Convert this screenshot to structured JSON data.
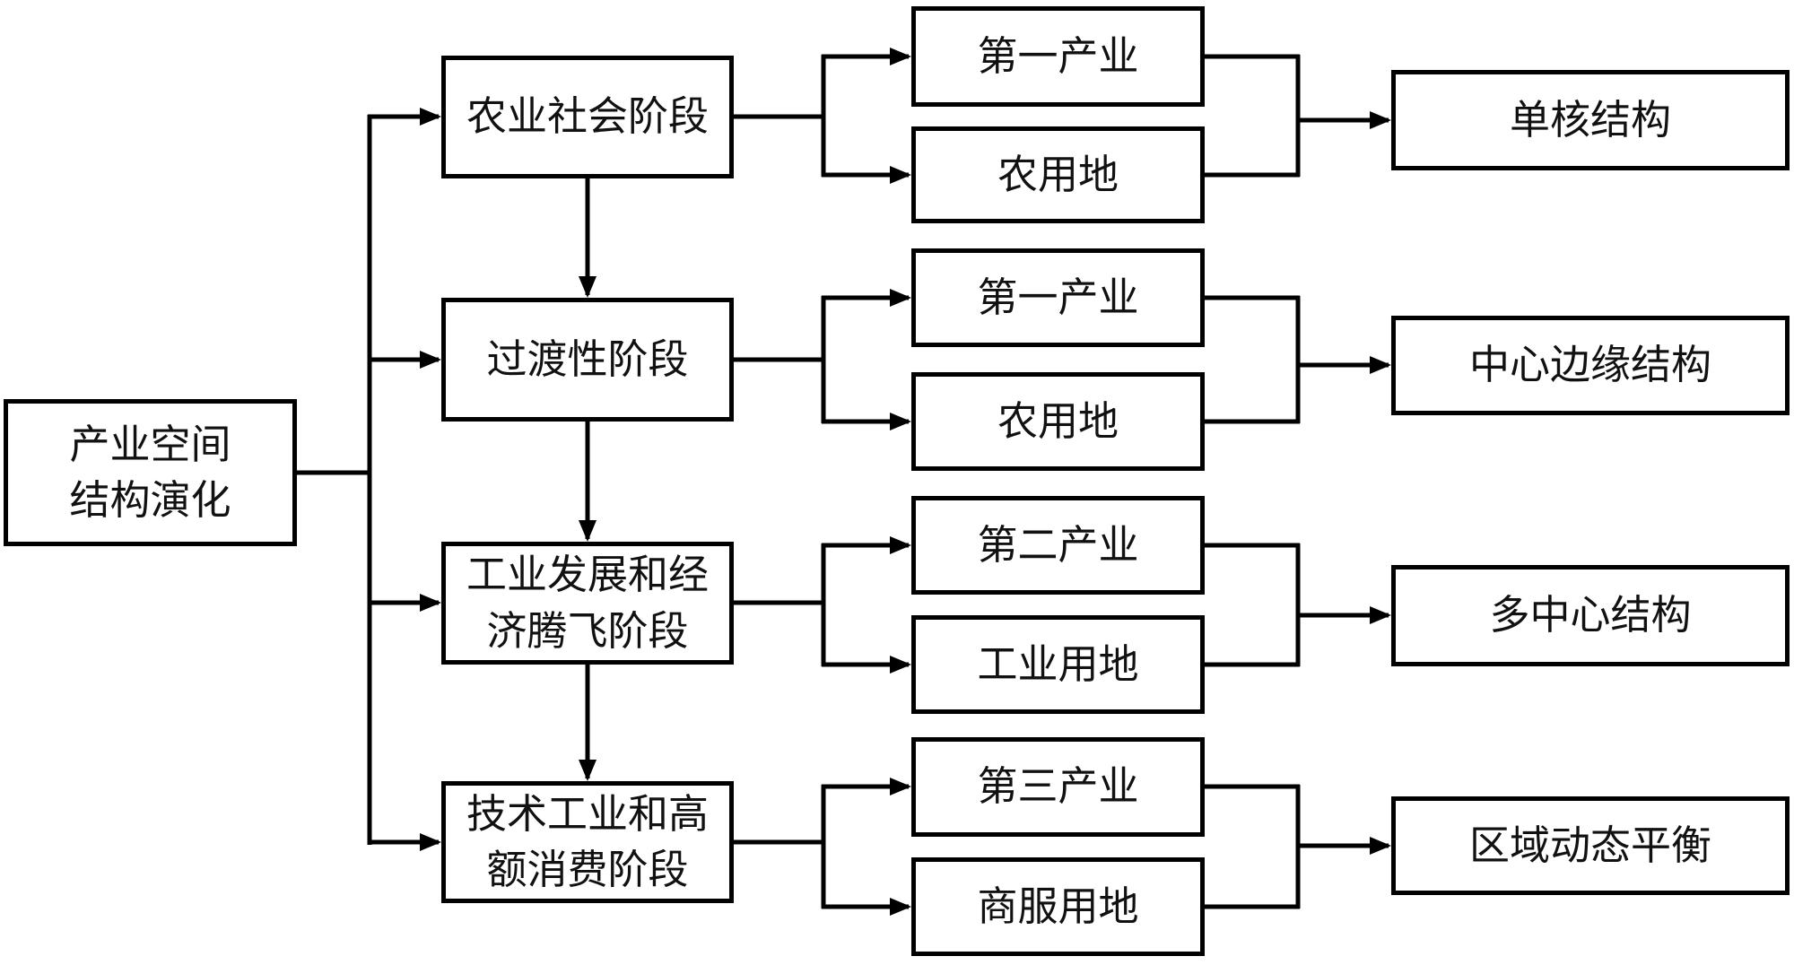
{
  "flowchart": {
    "root": "产业空间\n结构演化",
    "stages": [
      {
        "stage": "农业社会阶段",
        "industry": "第一产业",
        "land": "农用地",
        "outcome": "单核结构"
      },
      {
        "stage": "过渡性阶段",
        "industry": "第一产业",
        "land": "农用地",
        "outcome": "中心边缘结构"
      },
      {
        "stage": "工业发展和经\n济腾飞阶段",
        "industry": "第二产业",
        "land": "工业用地",
        "outcome": "多中心结构"
      },
      {
        "stage": "技术工业和高\n额消费阶段",
        "industry": "第三产业",
        "land": "商服用地",
        "outcome": "区域动态平衡"
      }
    ],
    "colors": {
      "line": "#000000",
      "box_border": "#000000",
      "background": "#ffffff",
      "text": "#111111"
    }
  }
}
